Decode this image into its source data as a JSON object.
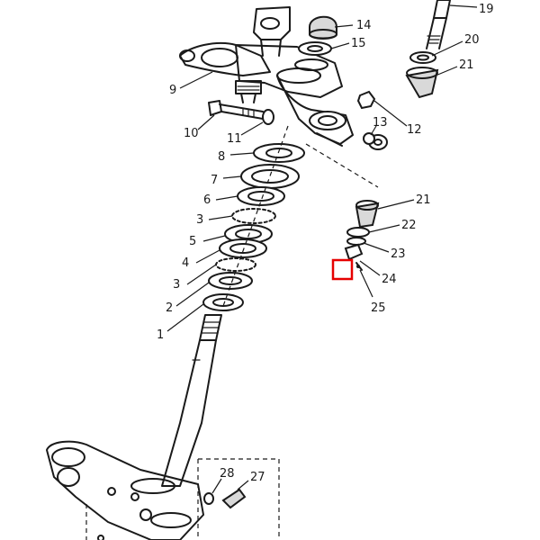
{
  "diagram": {
    "highlight_color": "#e60000",
    "ink_color": "#1a1a1a",
    "callouts": {
      "p1": "1",
      "p2": "2",
      "p3a": "3",
      "p3b": "3",
      "p4": "4",
      "p5": "5",
      "p6": "6",
      "p7": "7",
      "p8": "8",
      "p9": "9",
      "p10": "10",
      "p11": "11",
      "p12": "12",
      "p13": "13",
      "p14": "14",
      "p15": "15",
      "p19": "19",
      "p20": "20",
      "p21a": "21",
      "p21b": "21",
      "p22": "22",
      "p23": "23",
      "p24": "24",
      "p25": "25",
      "p27": "27",
      "p28": "28"
    }
  }
}
